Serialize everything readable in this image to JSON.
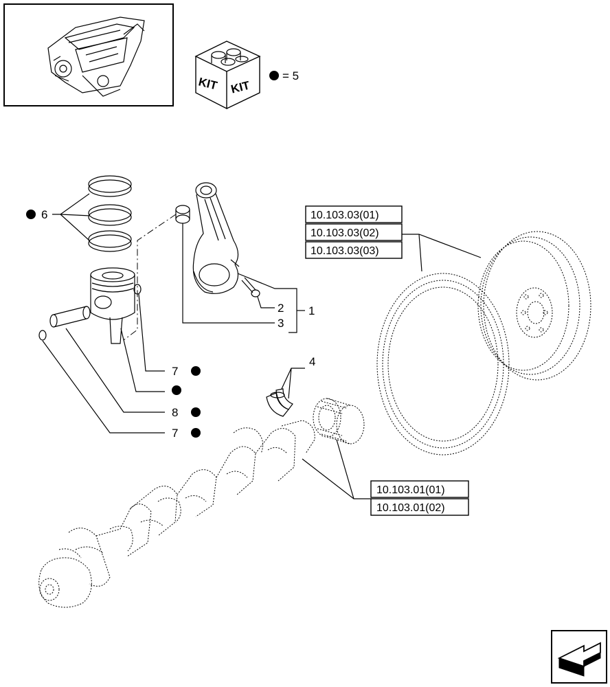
{
  "kit": {
    "kit_label_left": "KIT",
    "kit_label_right": "KIT",
    "equals": "= 5"
  },
  "callouts": {
    "c1": "1",
    "c2": "2",
    "c3": "3",
    "c4": "4",
    "c6": "6",
    "c7a": "7",
    "c7b": "7",
    "c8": "8"
  },
  "references": {
    "flywheel": [
      "10.103.03(01)",
      "10.103.03(02)",
      "10.103.03(03)"
    ],
    "gear": [
      "10.103.01(01)",
      "10.103.01(02)"
    ]
  },
  "icons": {
    "nav": "arrow-back-icon",
    "engine": "engine-thumbnail-icon",
    "kit": "kit-box-icon"
  }
}
